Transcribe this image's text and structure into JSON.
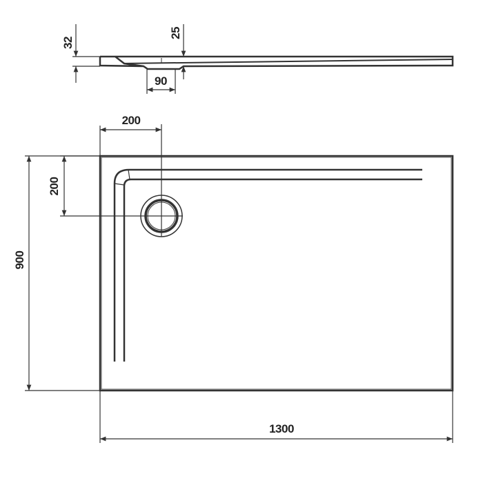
{
  "side_view": {
    "dim_total_height": "32",
    "dim_edge_height": "25",
    "dim_drain_width": "90"
  },
  "top_view": {
    "dim_drain_offset_x": "200",
    "dim_drain_offset_y": "200",
    "dim_depth": "900",
    "dim_width": "1300"
  },
  "colors": {
    "line": "#333333",
    "background": "#ffffff"
  }
}
